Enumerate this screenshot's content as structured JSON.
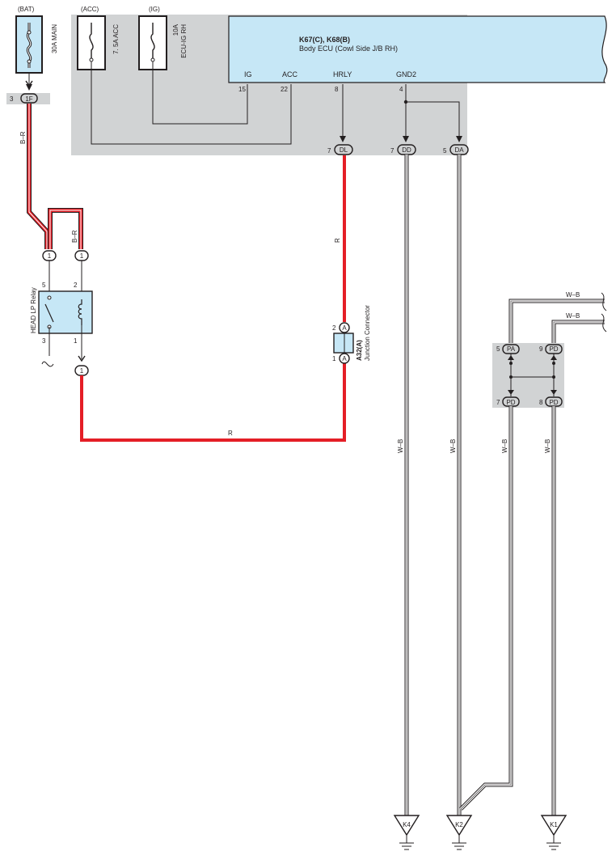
{
  "fuses": {
    "bat": {
      "source": "(BAT)",
      "label": "30A MAIN"
    },
    "acc": {
      "source": "(ACC)",
      "label": "7. 5A ACC"
    },
    "ig": {
      "source": "(IG)",
      "label_line1": "10A",
      "label_line2": "ECU-IG RH"
    }
  },
  "ecu": {
    "title": "K67(C), K68(B)",
    "subtitle": "Body ECU (Cowl Side J/B RH)",
    "terminals": [
      {
        "name": "IG",
        "pin": "15"
      },
      {
        "name": "ACC",
        "pin": "22"
      },
      {
        "name": "HRLY",
        "pin": "8"
      },
      {
        "name": "GND2",
        "pin": "4"
      }
    ]
  },
  "connectors": {
    "c1f": {
      "pin": "3",
      "code": "1F"
    },
    "dl": {
      "pin": "7",
      "code": "DL"
    },
    "dd": {
      "pin": "7",
      "code": "DD"
    },
    "da": {
      "pin": "5",
      "code": "DA"
    },
    "pa": {
      "pin": "5",
      "code": "PA"
    },
    "pd_top": {
      "pin": "9",
      "code": "PD"
    },
    "pd_bl": {
      "pin": "7",
      "code": "PD"
    },
    "pd_br": {
      "pin": "8",
      "code": "PD"
    },
    "relay_in_left": "1",
    "relay_in_right": "1",
    "relay_out": "1"
  },
  "relay": {
    "label": "HEAD LP Relay",
    "pins": {
      "top_left": "5",
      "top_right": "2",
      "bottom_left": "3",
      "bottom_right": "1"
    }
  },
  "junction": {
    "code": "A32(A)",
    "label": "Junction Connector",
    "pin_top": "2",
    "pin_bottom": "1",
    "connector": "A"
  },
  "wires": {
    "b_r_1": "B–R",
    "b_r_2": "B–R",
    "r_vertical": "R",
    "r_horizontal": "R",
    "w_b_1": "W–B",
    "w_b_2": "W–B",
    "w_b_3": "W–B",
    "w_b_4": "W–B",
    "w_b_top1": "W–B",
    "w_b_top2": "W–B"
  },
  "grounds": {
    "k4": "K4",
    "k2": "K2",
    "k1": "K1"
  },
  "colors": {
    "shade": "#d1d3d4",
    "box_fill": "#c6e7f6",
    "red_wire": "#e41e26",
    "line": "#231f20"
  }
}
